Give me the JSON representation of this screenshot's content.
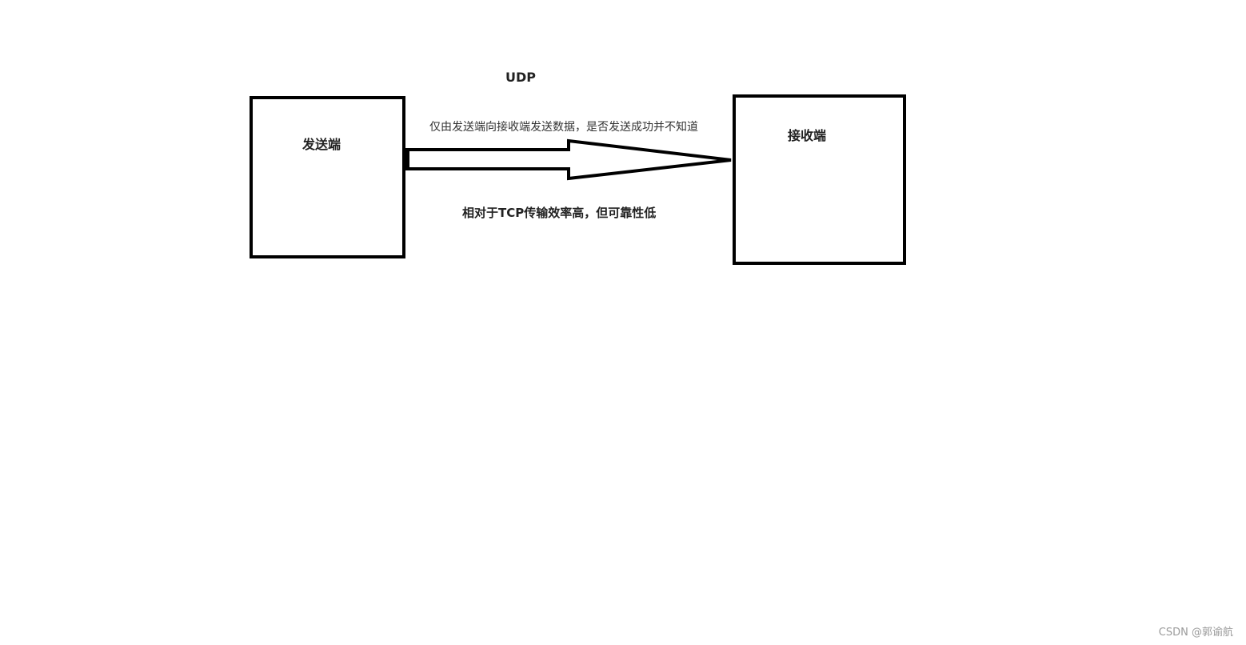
{
  "diagram": {
    "protocol_title": "UDP",
    "sender": {
      "label": "发送端"
    },
    "receiver": {
      "label": "接收端"
    },
    "flow_description": "仅由发送端向接收端发送数据，是否发送成功并不知道",
    "comparison_note": "相对于TCP传输效率高，但可靠性低"
  },
  "watermark": "CSDN @郭谕航"
}
